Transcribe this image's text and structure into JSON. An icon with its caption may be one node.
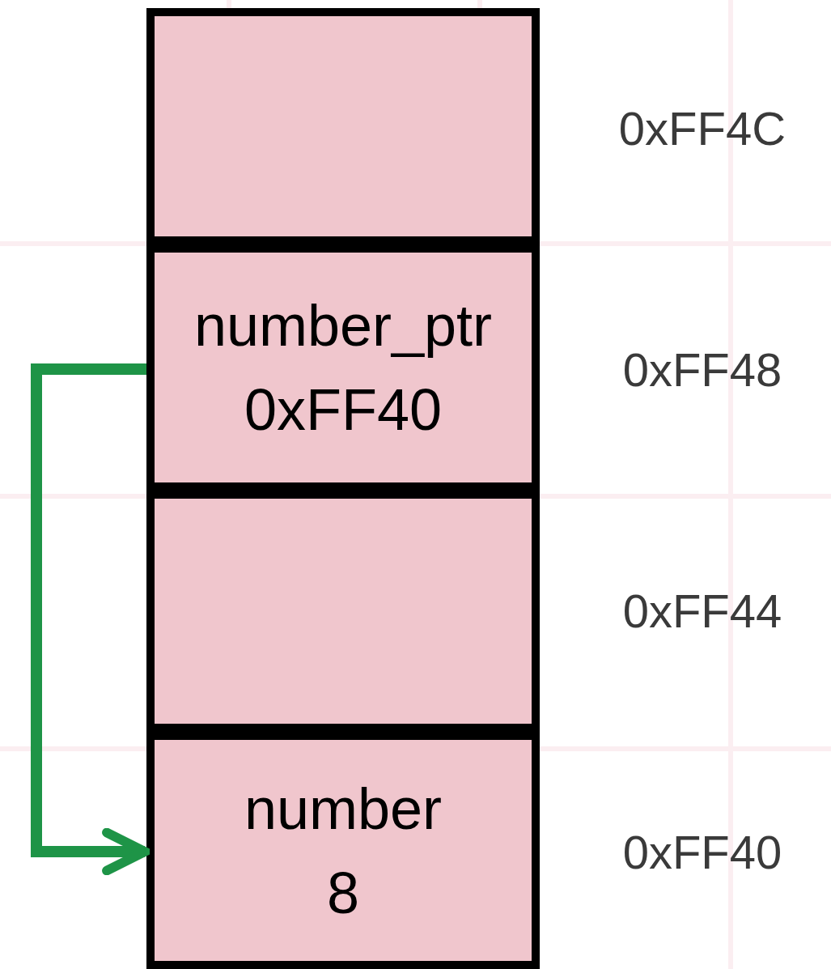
{
  "diagram": {
    "nodes": [
      {
        "text": [],
        "shape": "box",
        "beside": [
          "0xFF4C"
        ]
      },
      {
        "text": [
          "number_ptr",
          "0xFF40"
        ],
        "beside": [
          "0xFF48"
        ]
      },
      {
        "text": [],
        "shape": "box",
        "beside": [
          "0xFF44"
        ]
      },
      {
        "text": [
          "number",
          "8"
        ],
        "beside": [
          "0xFF40"
        ]
      }
    ],
    "edges": [
      {
        "from": 1,
        "to": 3,
        "arrow": "to"
      }
    ]
  }
}
